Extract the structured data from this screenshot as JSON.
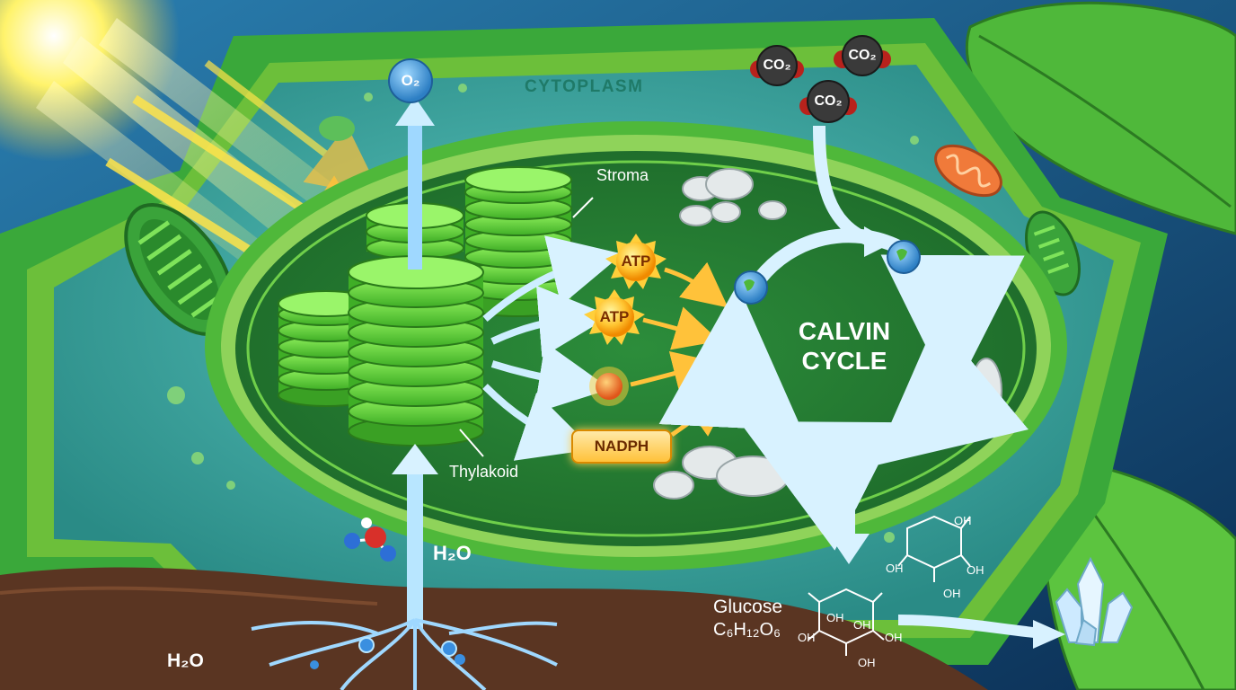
{
  "labels": {
    "cytoplasm": "CYTOPLASM",
    "stroma": "Stroma",
    "thylakoid": "Thylakoid",
    "water_top": "H₂O",
    "water_bottom": "H₂O",
    "calvin_cycle": "CALVIN CYCLE",
    "glucose": "Glucose",
    "glucose_formula": "C₆H₁₂O₆",
    "oxygen": "O₂",
    "atp_1": "ATP",
    "atp_2": "ATP",
    "nadph": "NADPH",
    "co2_1": "CO₂",
    "co2_2": "CO₂",
    "co2_3": "CO₂",
    "hydroxyl": "OH"
  },
  "colors": {
    "cell_wall": "#6cbf3a",
    "cytoplasm": "#2f8f8a",
    "chloroplast": "#2e8a3a",
    "stroma": "#237a32",
    "thylakoid": "#5fd23c",
    "arrow": "#cdeeff",
    "energy": "#ffc23a",
    "sun": "#fff36b",
    "soil": "#5a3522",
    "leaf": "#4fb83a"
  },
  "icons": [
    "sun-icon",
    "leaf-icon",
    "mitochondrion-icon",
    "water-molecule-icon",
    "glucose-crystal-icon",
    "root-icon"
  ]
}
